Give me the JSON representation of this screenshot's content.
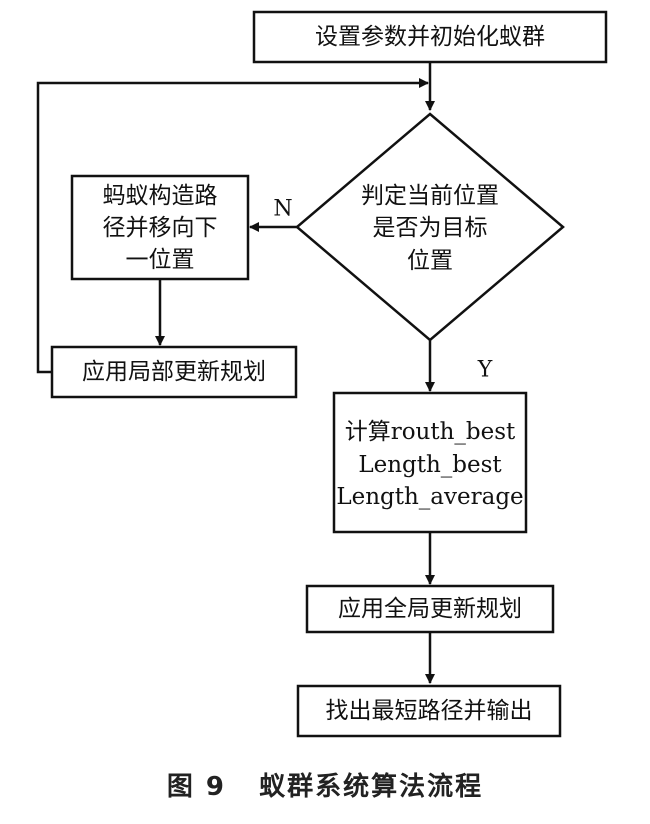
{
  "nodes": {
    "init": {
      "lines": [
        "设置参数并初始化蚁群"
      ]
    },
    "decision": {
      "lines": [
        "判定当前位置",
        "是否为目标",
        "位置"
      ]
    },
    "construct": {
      "lines": [
        "蚂蚁构造路",
        "径并移向下",
        "一位置"
      ]
    },
    "local_update": {
      "lines": [
        "应用局部更新规划"
      ]
    },
    "compute": {
      "lines": [
        "计算routh_best",
        "Length_best",
        "Length_average"
      ]
    },
    "global_update": {
      "lines": [
        "应用全局更新规划"
      ]
    },
    "output": {
      "lines": [
        "找出最短路径并输出"
      ]
    }
  },
  "edges": {
    "no_label": "N",
    "yes_label": "Y"
  },
  "caption": {
    "figure_number": "图 9",
    "title": "蚁群系统算法流程"
  }
}
